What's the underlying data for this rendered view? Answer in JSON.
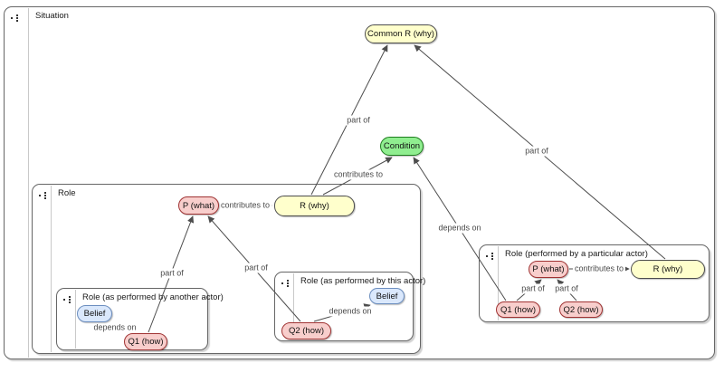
{
  "situation": {
    "title": "Situation"
  },
  "boxes": {
    "role_left": {
      "title": "Role"
    },
    "role_another": {
      "title": "Role (as performed by another actor)"
    },
    "role_this": {
      "title": "Role (as performed by this actor)"
    },
    "role_particular": {
      "title": "Role (performed by a particular actor)"
    }
  },
  "nodes": {
    "common_r": {
      "label": "Common R (why)"
    },
    "condition": {
      "label": "Condition"
    },
    "p_left": {
      "label": "P (what)"
    },
    "r_left": {
      "label": "R (why)"
    },
    "belief_left": {
      "label": "Belief"
    },
    "q1_left": {
      "label": "Q1 (how)"
    },
    "belief_this": {
      "label": "Belief"
    },
    "q2_this": {
      "label": "Q2 (how)"
    },
    "p_right": {
      "label": "P (what)"
    },
    "r_right": {
      "label": "R (why)"
    },
    "q1_right": {
      "label": "Q1 (how)"
    },
    "q2_right": {
      "label": "Q2 (how)"
    }
  },
  "edges": {
    "part_of_top_left": {
      "label": "part of"
    },
    "part_of_top_right": {
      "label": "part of"
    },
    "contributes_to_condition": {
      "label": "contributes to"
    },
    "depends_on_condition": {
      "label": "depends on"
    },
    "contributes_to_left": {
      "label": "contributes to"
    },
    "part_of_q1_left": {
      "label": "part of"
    },
    "part_of_q2_left": {
      "label": "part of"
    },
    "depends_on_left": {
      "label": "depends on"
    },
    "depends_on_this": {
      "label": "depends on"
    },
    "part_of_q1_right": {
      "label": "part of"
    },
    "part_of_q2_right": {
      "label": "part of"
    },
    "contributes_to_right": {
      "label": "contributes to"
    }
  },
  "colors": {
    "node_yellow_fill": "#FFFFCC",
    "node_yellow_border": "#4D4D4D",
    "node_green_fill": "#90EE90",
    "node_green_border": "#1E7D1E",
    "node_pink_fill": "#F8CECC",
    "node_pink_border": "#A03333",
    "node_blue_fill": "#DAE8FC",
    "node_blue_border": "#6C8EBF",
    "box_border": "#666666",
    "edge_color": "#4D4D4D",
    "separator_color": "#C9C9C9"
  }
}
